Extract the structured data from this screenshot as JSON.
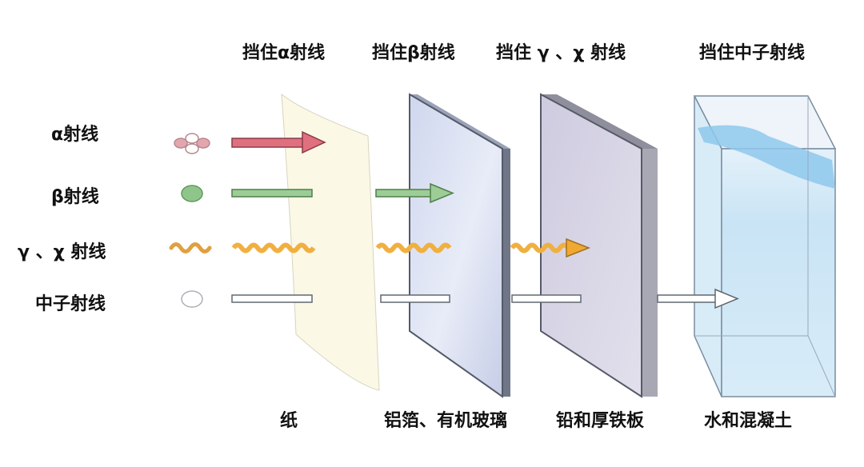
{
  "top_labels": {
    "alpha_block": "挡住α射线",
    "beta_block": "挡住β射线",
    "gamma_block": "挡住 γ 、χ 射线",
    "neutron_block": "挡住中子射线"
  },
  "ray_labels": {
    "alpha": "α射线",
    "beta": "β射线",
    "gamma": "γ 、χ 射线",
    "neutron": "中子射线"
  },
  "bottom_labels": {
    "paper": "纸",
    "aluminum": "铝箔、有机玻璃",
    "lead": "铅和厚铁板",
    "water": "水和混凝土"
  },
  "colors": {
    "alpha": "#e0707e",
    "beta": "#7fbf7a",
    "gamma": "#f0a830",
    "neutron": "#ffffff",
    "paper": "#fbf8e6",
    "glass": "#dde3f2",
    "lead": "#d6d4e2",
    "water": "#cfe8f6"
  }
}
